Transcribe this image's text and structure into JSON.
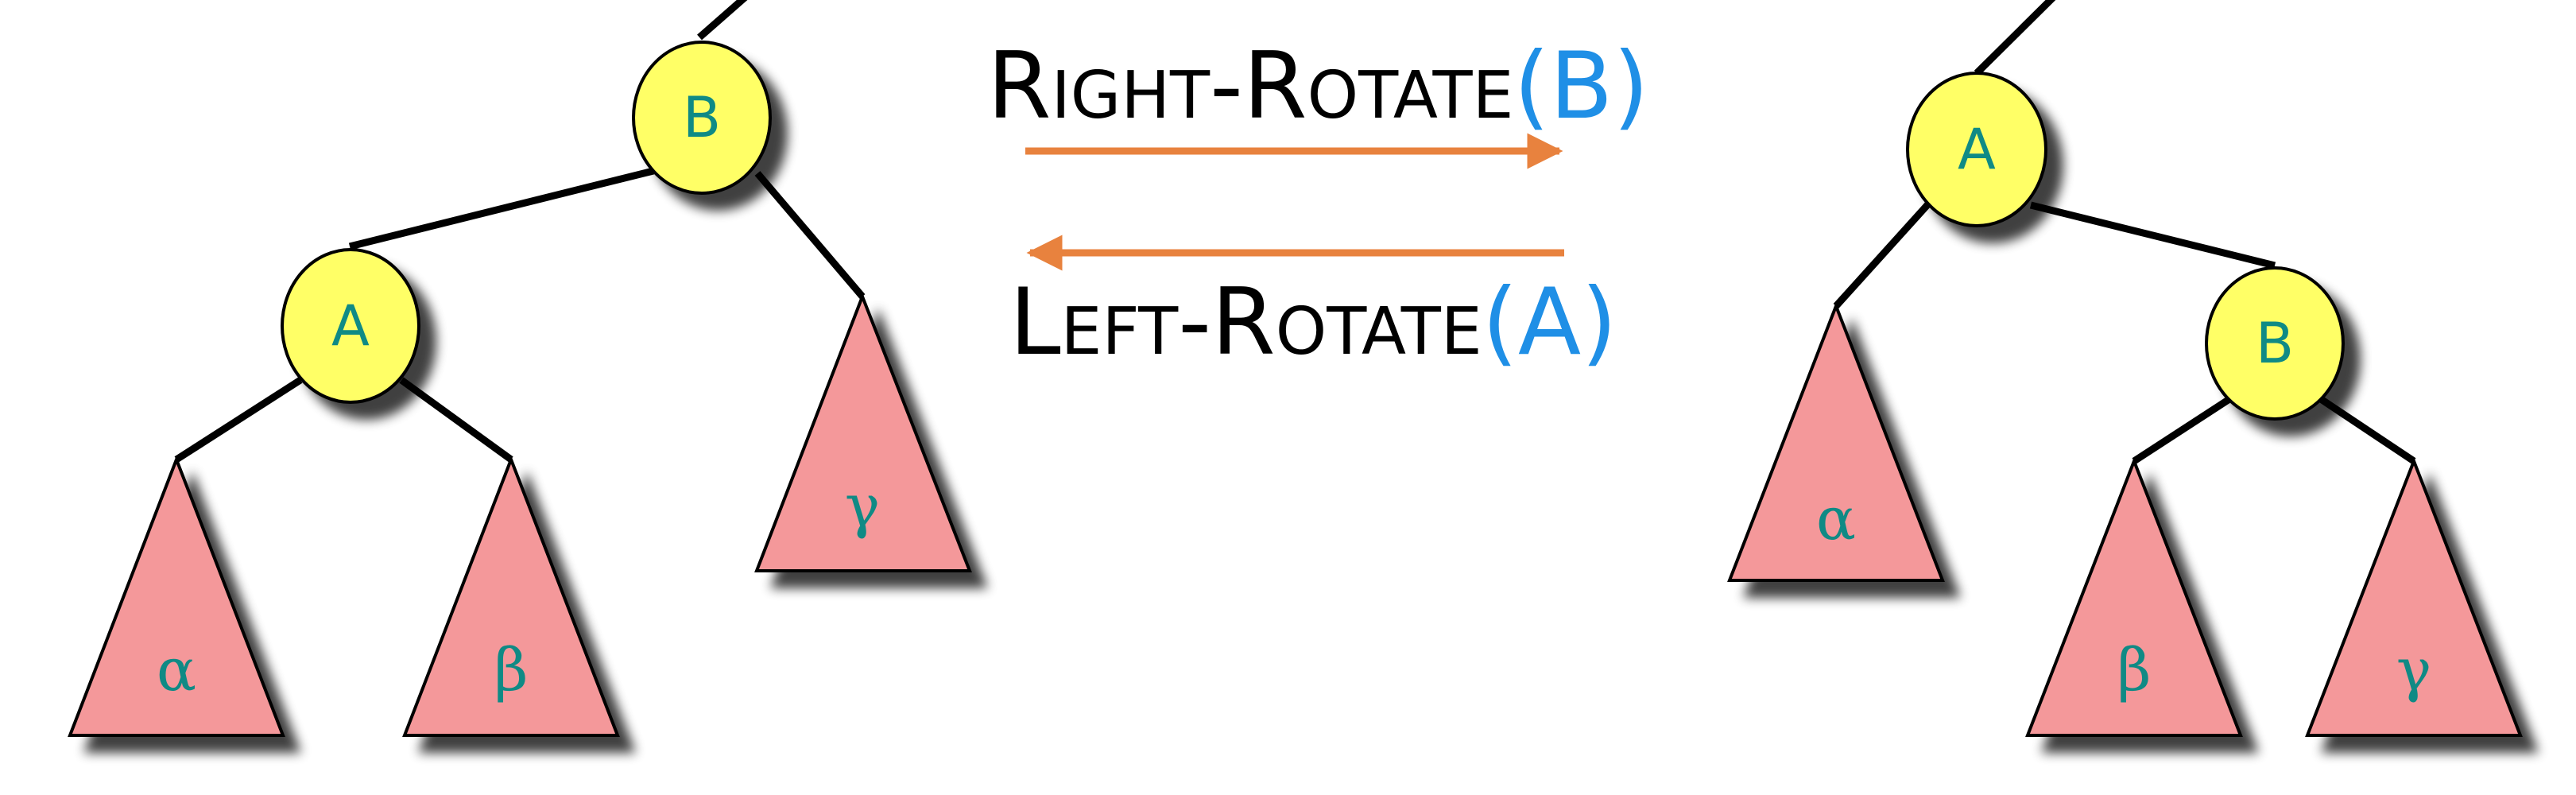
{
  "colors": {
    "node_fill": "#ffff66",
    "subtree_fill": "#f4989a",
    "label": "#0f8a85",
    "edge": "#000000",
    "arrow": "#e8823e",
    "operation_name": "#000000",
    "operation_arg": "#1f8fe6"
  },
  "operations": {
    "right_rotate": {
      "name_first": "R",
      "name_rest": "IGHT",
      "name_dash": "-",
      "name_first2": "R",
      "name_rest2": "OTATE",
      "open": "(",
      "arg": "B",
      "close": ")"
    },
    "left_rotate": {
      "name_first": "L",
      "name_rest": "EFT",
      "name_dash": "-",
      "name_first2": "R",
      "name_rest2": "OTATE",
      "open": "(",
      "arg": "A",
      "close": ")"
    }
  },
  "left_tree": {
    "root": "B",
    "child": "A",
    "subtrees": [
      "α",
      "β",
      "γ"
    ]
  },
  "right_tree": {
    "root": "A",
    "child": "B",
    "subtrees": [
      "α",
      "β",
      "γ"
    ]
  }
}
